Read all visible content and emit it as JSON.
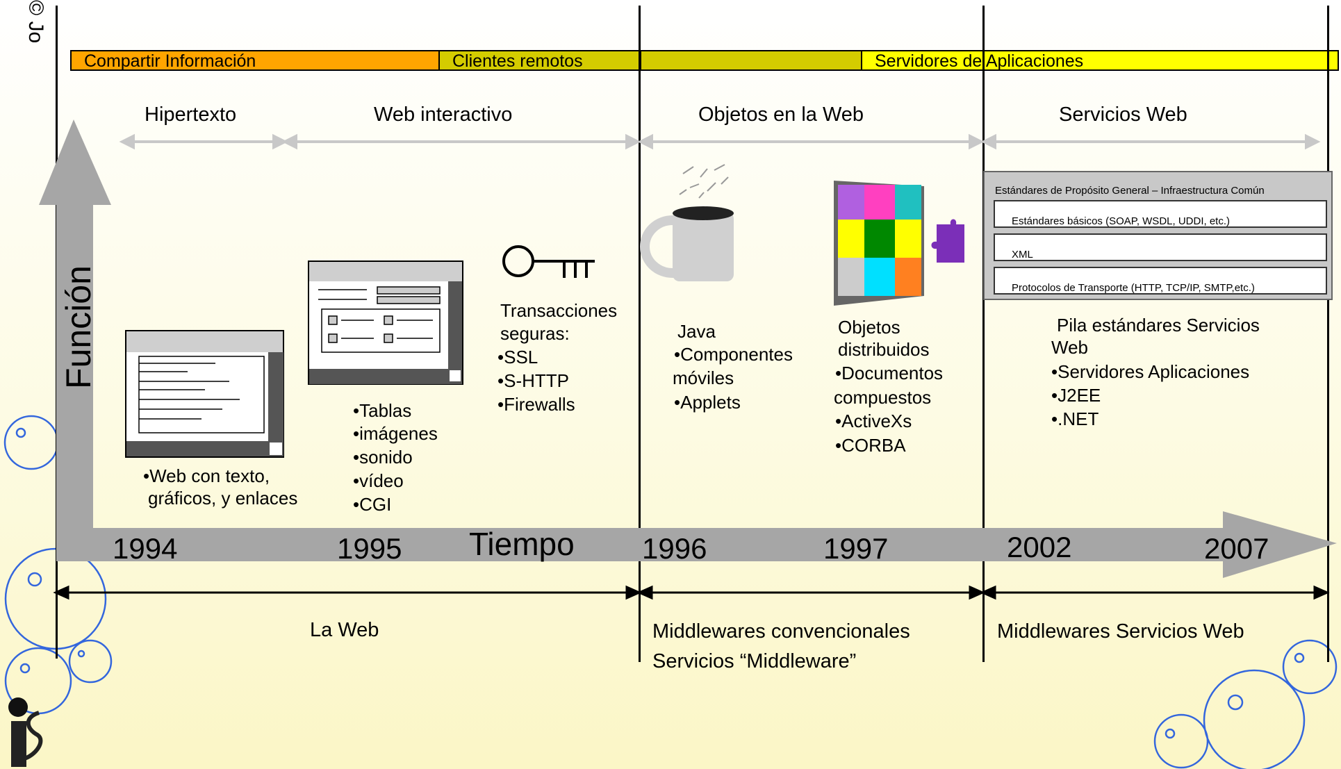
{
  "copyright": "© Jo",
  "top_bar": {
    "segments": [
      {
        "label": "Compartir Información",
        "color": "#ffa500"
      },
      {
        "label": "Clientes remotos",
        "color": "#d4cc00"
      },
      {
        "label": "",
        "color": "#d4cc00"
      },
      {
        "label": "Servidores de Aplicaciones",
        "color": "#ffff00"
      }
    ]
  },
  "phases": [
    "Hipertexto",
    "Web interactivo",
    "Objetos en la Web",
    "Servicios Web"
  ],
  "axes": {
    "y_label": "Función",
    "x_label": "Tiempo"
  },
  "years": [
    "1994",
    "1995",
    "1996",
    "1997",
    "2002",
    "2007"
  ],
  "eras": {
    "la_web": "La Web",
    "middleware_line1": "Middlewares convencionales",
    "middleware_line2": "Servicios “Middleware”",
    "ws": "Middlewares Servicios Web"
  },
  "captions": {
    "web_texto": [
      "•Web con texto,",
      "gráficos, y enlaces"
    ],
    "tablas": [
      "•Tablas",
      "•imágenes",
      "•sonido",
      "•vídeo",
      "•CGI"
    ],
    "transacciones": [
      "Transacciones",
      "seguras:",
      "•SSL",
      "•S-HTTP",
      "•Firewalls"
    ],
    "java": [
      "Java",
      "•Componentes",
      "móviles",
      "•Applets"
    ],
    "objetos": [
      "Objetos",
      "distribuidos",
      "•Documentos",
      "compuestos",
      "•ActiveXs",
      "•CORBA"
    ],
    "pila": [
      "Pila estándares Servicios",
      "Web",
      "•Servidores Aplicaciones",
      "•J2EE",
      "•.NET"
    ]
  },
  "stack": {
    "title": "Estándares de Propósito General – Infraestructura Común",
    "rows": [
      "Estándares básicos (SOAP, WSDL, UDDI, etc.)",
      "XML",
      "Protocolos de Transporte (HTTP, TCP/IP, SMTP,etc.)"
    ]
  },
  "colors": {
    "axis_gray": "#a6a6a6",
    "phase_arrow": "#c8c8c8",
    "bubble": "#2255dd"
  }
}
